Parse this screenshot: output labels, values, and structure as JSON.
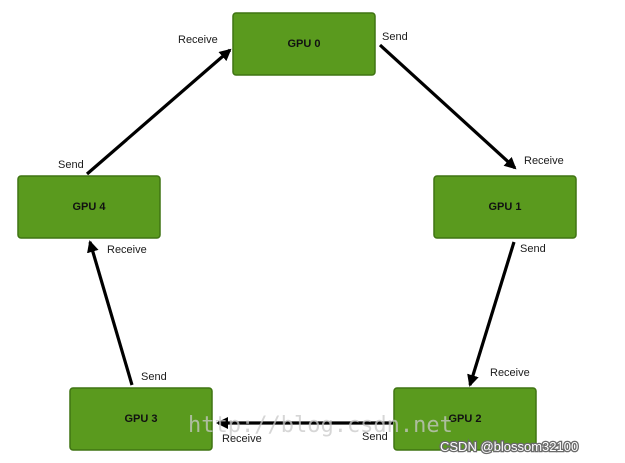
{
  "nodes": [
    {
      "id": "gpu0",
      "label": "GPU 0"
    },
    {
      "id": "gpu1",
      "label": "GPU 1"
    },
    {
      "id": "gpu2",
      "label": "GPU 2"
    },
    {
      "id": "gpu3",
      "label": "GPU 3"
    },
    {
      "id": "gpu4",
      "label": "GPU 4"
    }
  ],
  "edges": [
    {
      "from": "gpu0",
      "to": "gpu1",
      "send_label": "Send",
      "receive_label": "Receive"
    },
    {
      "from": "gpu1",
      "to": "gpu2",
      "send_label": "Send",
      "receive_label": "Receive"
    },
    {
      "from": "gpu2",
      "to": "gpu3",
      "send_label": "Send",
      "receive_label": "Receive"
    },
    {
      "from": "gpu3",
      "to": "gpu4",
      "send_label": "Send",
      "receive_label": "Receive"
    },
    {
      "from": "gpu4",
      "to": "gpu0",
      "send_label": "Send",
      "receive_label": "Receive"
    }
  ],
  "watermark": "http://blog.csdn.net",
  "credit": "CSDN @blossom32100",
  "colors": {
    "node_fill": "#5a9a1e",
    "node_border": "#3f7412",
    "arrow": "#000000",
    "text": "#111111"
  }
}
